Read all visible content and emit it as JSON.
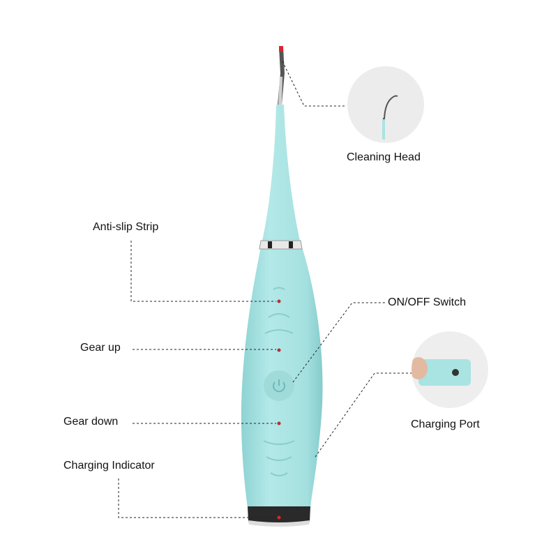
{
  "labels": {
    "cleaning_head": "Cleaning Head",
    "anti_slip": "Anti-slip Strip",
    "gear_up": "Gear up",
    "on_off": "ON/OFF Switch",
    "charging_port": "Charging Port",
    "gear_down": "Gear down",
    "charging_indicator": "Charging Indicator"
  },
  "colors": {
    "body": "#a9e3e2",
    "indicator": "#d8262f",
    "leader": "#222222"
  }
}
